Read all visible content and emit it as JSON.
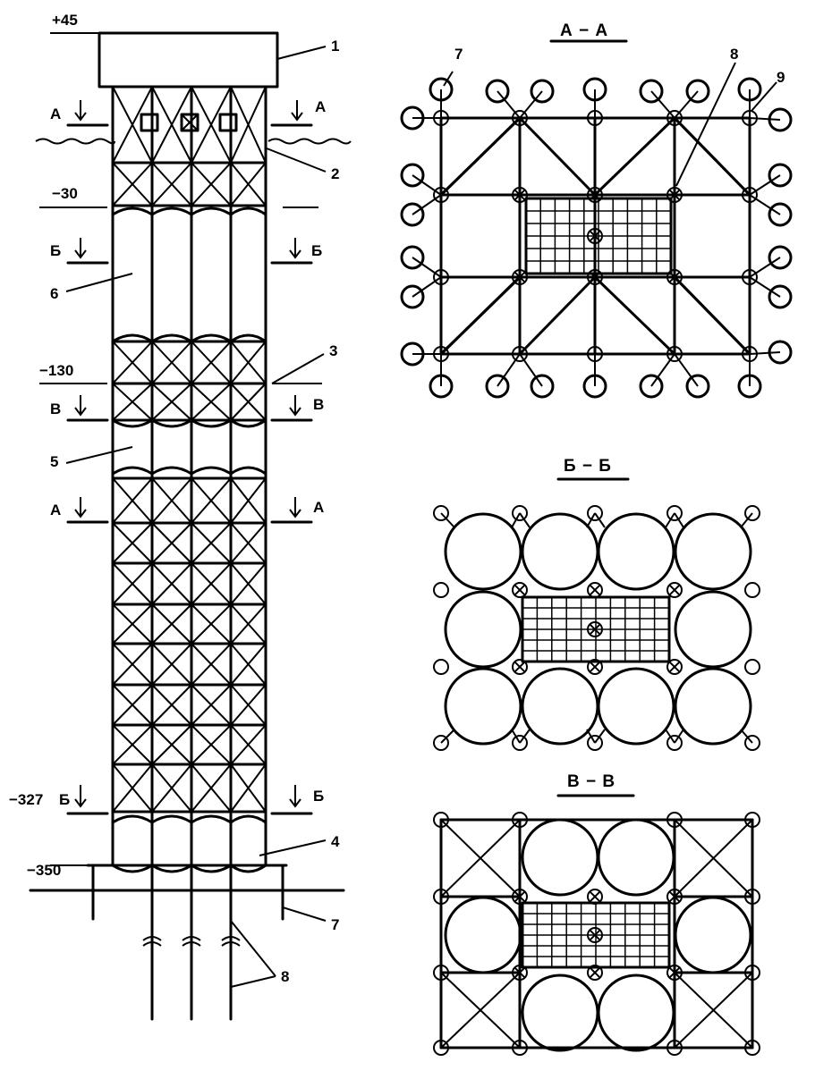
{
  "elevations": {
    "top": "+45",
    "e30": "−30",
    "e130": "−130",
    "e327": "−327",
    "e350": "−350"
  },
  "section_markers": {
    "a": "А",
    "b": "Б",
    "v": "В"
  },
  "section_titles": {
    "aa": "А − А",
    "bb": "Б − Б",
    "vv": "В − В"
  },
  "callouts": {
    "n1": "1",
    "n2": "2",
    "n3": "3",
    "n4": "4",
    "n5": "5",
    "n6": "6",
    "n7": "7",
    "n8": "8",
    "n9": "9"
  }
}
